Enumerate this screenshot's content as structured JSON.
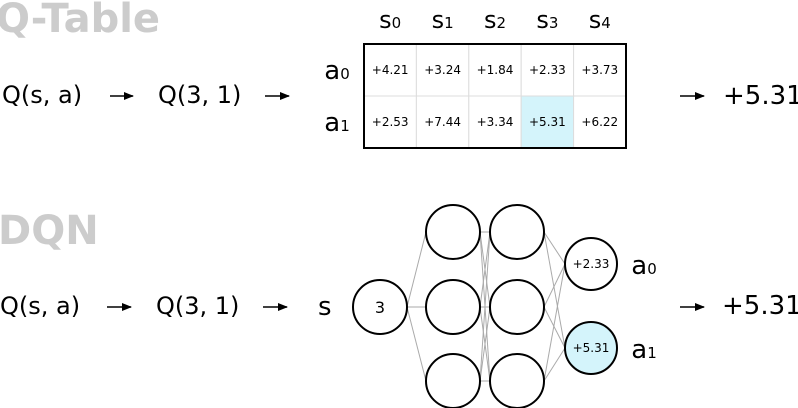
{
  "qtable": {
    "title": "Q-Table",
    "expr_full": "Q(s, a)",
    "expr_specific": "Q(3, 1)",
    "result": "+5.31",
    "state_letter": "s",
    "action_letter": "a",
    "state_indices": [
      "0",
      "1",
      "2",
      "3",
      "4"
    ],
    "action_indices": [
      "0",
      "1"
    ],
    "rows": [
      [
        "+4.21",
        "+3.24",
        "+1.84",
        "+2.33",
        "+3.73"
      ],
      [
        "+2.53",
        "+7.44",
        "+3.34",
        "+5.31",
        "+6.22"
      ]
    ],
    "highlight": {
      "row": 1,
      "col": 3
    }
  },
  "dqn": {
    "title": "DQN",
    "expr_full": "Q(s, a)",
    "expr_specific": "Q(3, 1)",
    "input_label": "s",
    "input_value": "3",
    "hidden_layers": [
      3,
      3
    ],
    "outputs": [
      {
        "value": "+2.33",
        "action_letter": "a",
        "action_index": "0",
        "highlighted": false
      },
      {
        "value": "+5.31",
        "action_letter": "a",
        "action_index": "1",
        "highlighted": true
      }
    ],
    "result": "+5.31"
  },
  "colors": {
    "highlight": "#d4f4fb",
    "title_gray": "#cccccc",
    "edge_gray": "#aaaaaa",
    "grid_gray": "#dddddd"
  }
}
